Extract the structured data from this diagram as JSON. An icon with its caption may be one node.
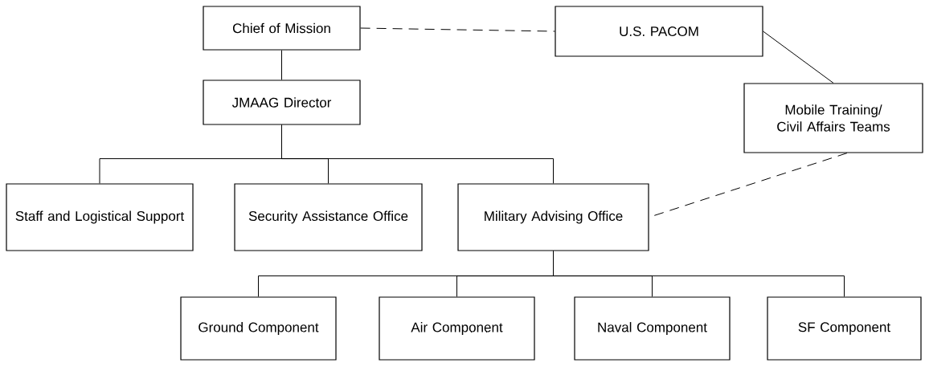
{
  "diagram": {
    "nodes": [
      {
        "text": [
          "Chief of Mission"
        ]
      },
      {
        "text": [
          "U.S. PACOM"
        ]
      },
      {
        "text": [
          "JMAAG Director"
        ]
      },
      {
        "text": [
          "Mobile Training/ Civil Affairs Teams"
        ]
      },
      {
        "text": [
          "Staff and Logistical Support"
        ]
      },
      {
        "text": [
          "Security Assistance Office"
        ]
      },
      {
        "text": [
          "Military Advising Office"
        ]
      },
      {
        "text": [
          "Ground Component"
        ]
      },
      {
        "text": [
          "Air Component"
        ]
      },
      {
        "text": [
          "Naval Component"
        ]
      },
      {
        "text": [
          "SF Component"
        ]
      }
    ],
    "edges": [
      {
        "from": 0,
        "to": 1,
        "arrow": "none",
        "style": "dashed"
      },
      {
        "from": 0,
        "to": 2,
        "arrow": "none"
      },
      {
        "from": 1,
        "to": 3,
        "arrow": "none"
      },
      {
        "from": 2,
        "to": 4,
        "arrow": "none"
      },
      {
        "from": 2,
        "to": 5,
        "arrow": "none"
      },
      {
        "from": 2,
        "to": 6,
        "arrow": "none"
      },
      {
        "from": 3,
        "to": 6,
        "arrow": "none",
        "style": "dashed"
      },
      {
        "from": 6,
        "to": 7,
        "arrow": "none"
      },
      {
        "from": 6,
        "to": 8,
        "arrow": "none"
      },
      {
        "from": 6,
        "to": 9,
        "arrow": "none"
      },
      {
        "from": 6,
        "to": 10,
        "arrow": "none"
      }
    ]
  }
}
